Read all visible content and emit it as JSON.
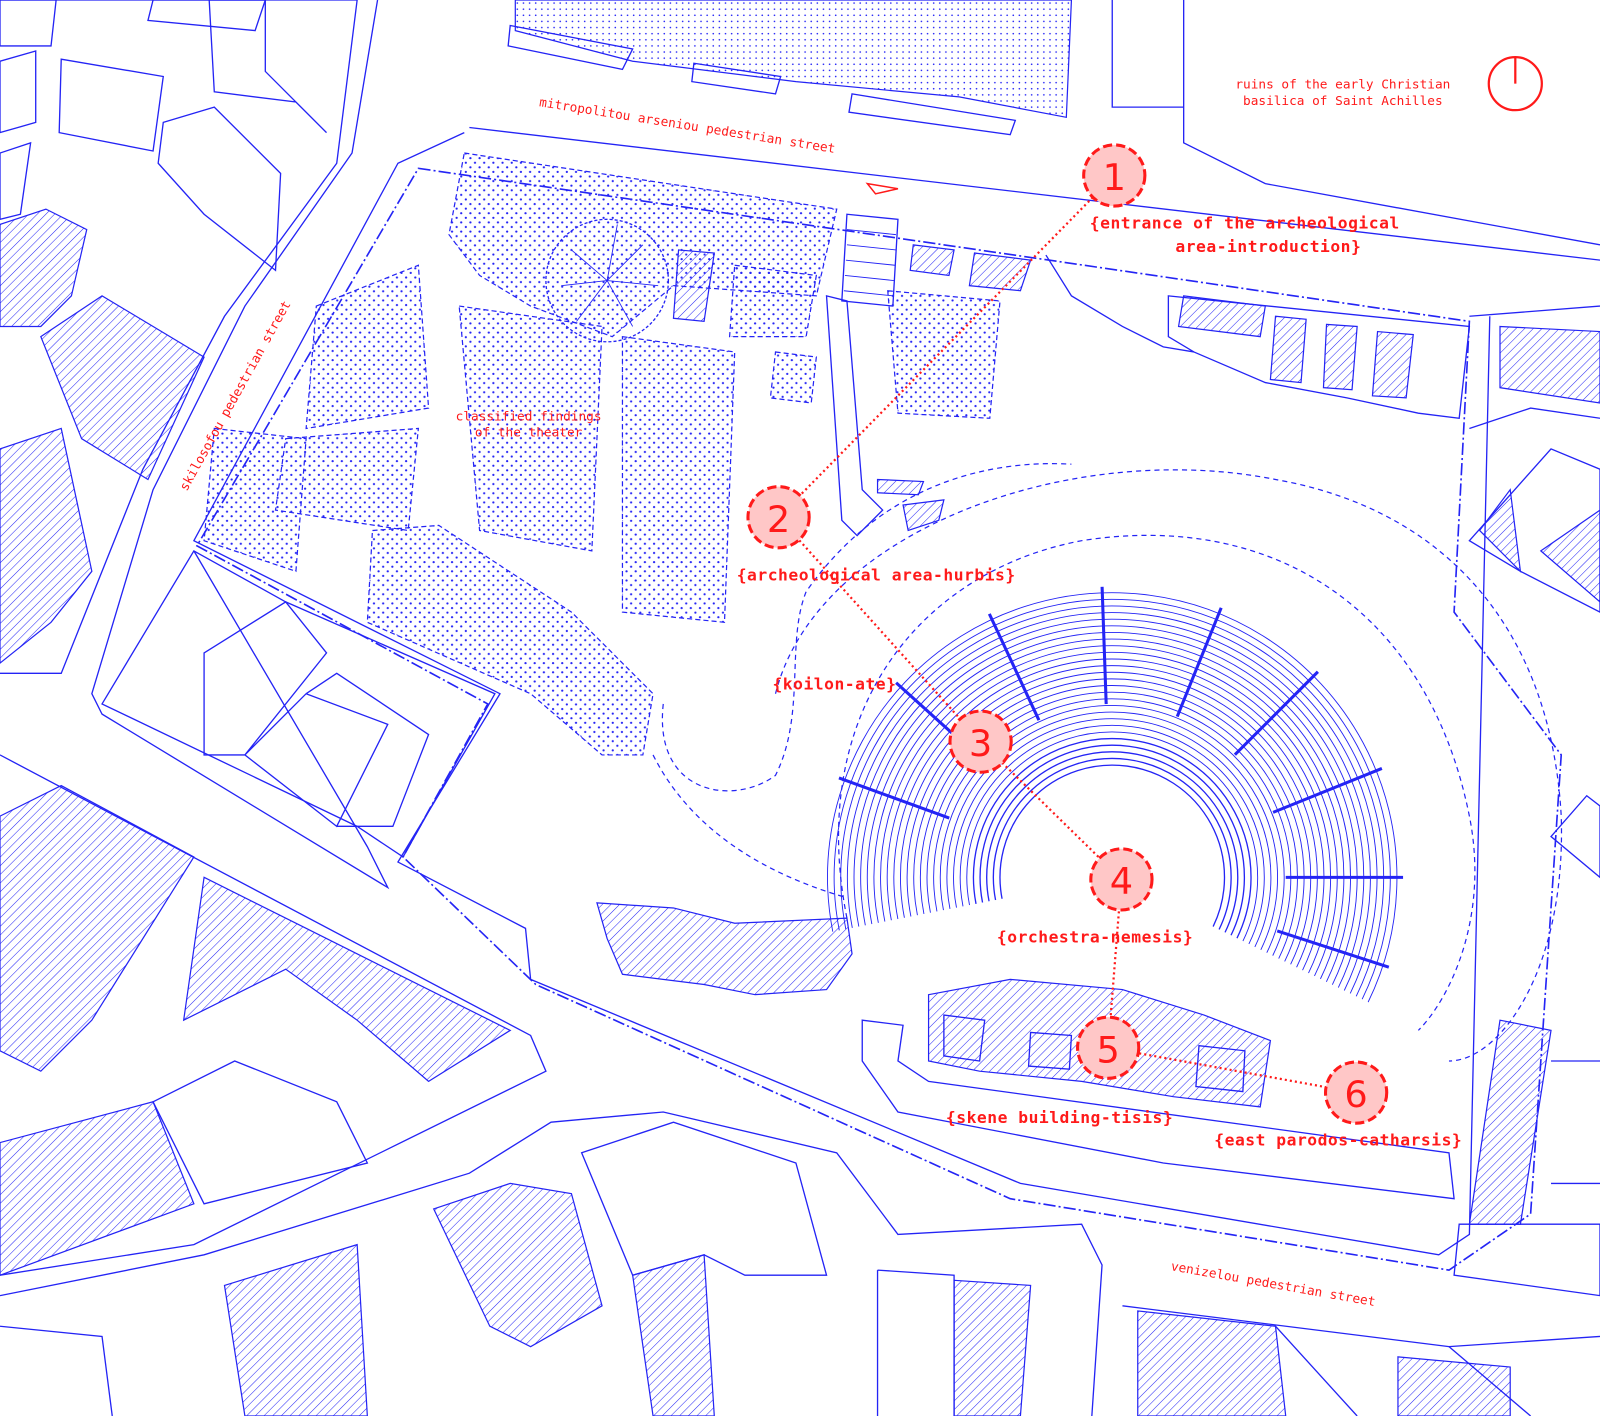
{
  "colors": {
    "linework": "#2424f5",
    "annotation": "#ff1a1a",
    "marker_fill": "#ffc7c7"
  },
  "streets": {
    "north": "mitropolitou arseniou pedestrian street",
    "west": "skilosofou pedestrian street",
    "south": "venizelou pedestrian street"
  },
  "notes": {
    "basilica_line1": "ruins of the early Christian",
    "basilica_line2": "basilica of Saint Achilles",
    "findings_line1": "classified findings",
    "findings_line2": "of the theater"
  },
  "north_arrow": "north-arrow-icon",
  "stations": [
    {
      "number": "1",
      "label_line1": "{entrance of the archeological",
      "label_line2": "area-introduction}"
    },
    {
      "number": "2",
      "label_line1": "{archeological area-hurbis}"
    },
    {
      "number": "3",
      "label_line1": "{koilon-ate}"
    },
    {
      "number": "4",
      "label_line1": "{orchestra-nemesis}"
    },
    {
      "number": "5",
      "label_line1": "{skene building-tisis}"
    },
    {
      "number": "6",
      "label_line1": "{east parodos-catharsis}"
    }
  ]
}
